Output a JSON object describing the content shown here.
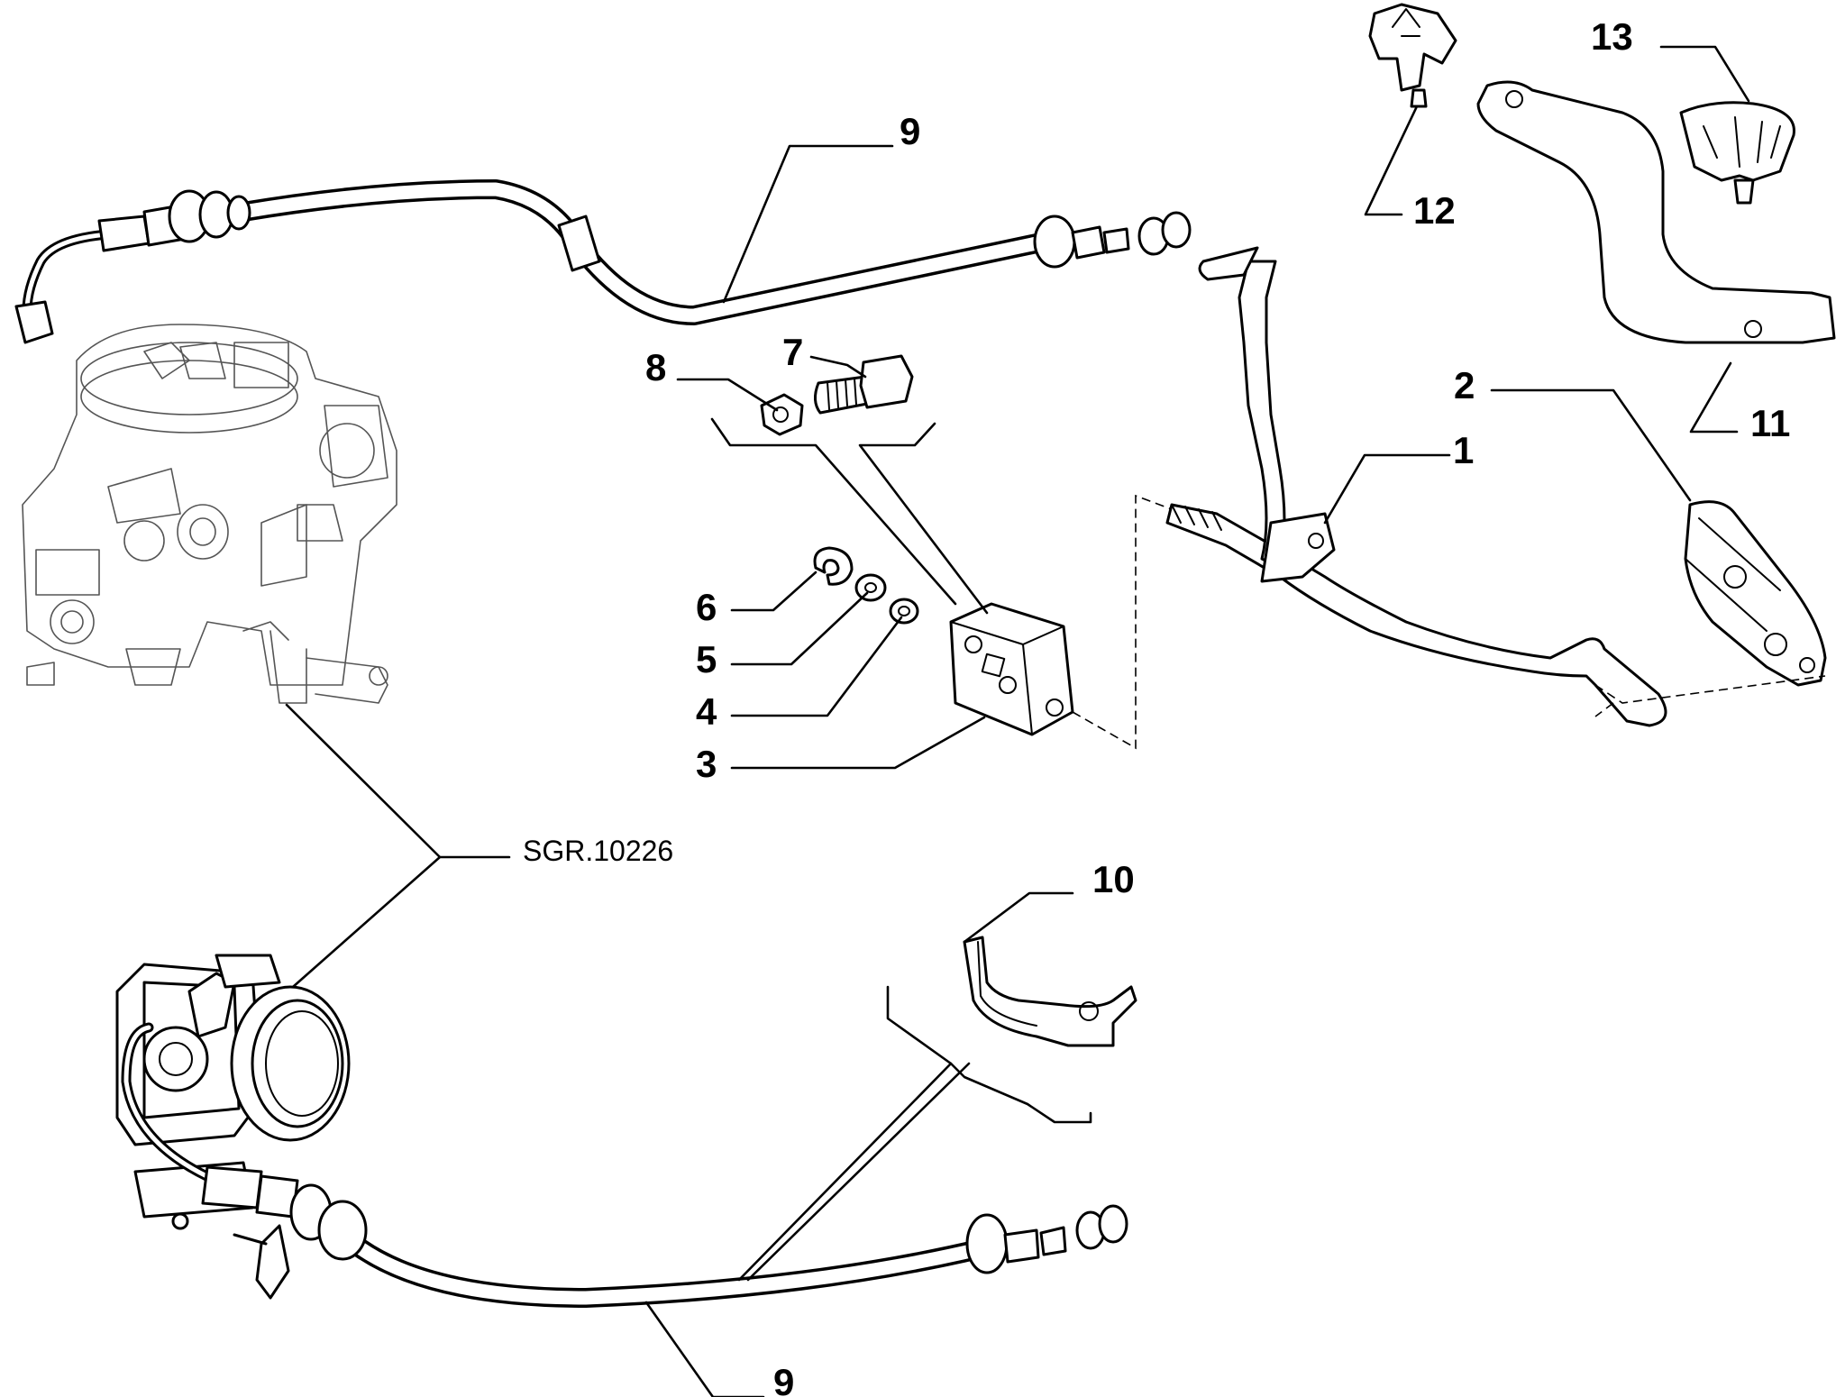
{
  "diagram": {
    "reference_code": "SGR.10226",
    "callouts": [
      "1",
      "2",
      "3",
      "4",
      "5",
      "6",
      "7",
      "8",
      "9",
      "9",
      "10",
      "11",
      "12",
      "13"
    ]
  }
}
